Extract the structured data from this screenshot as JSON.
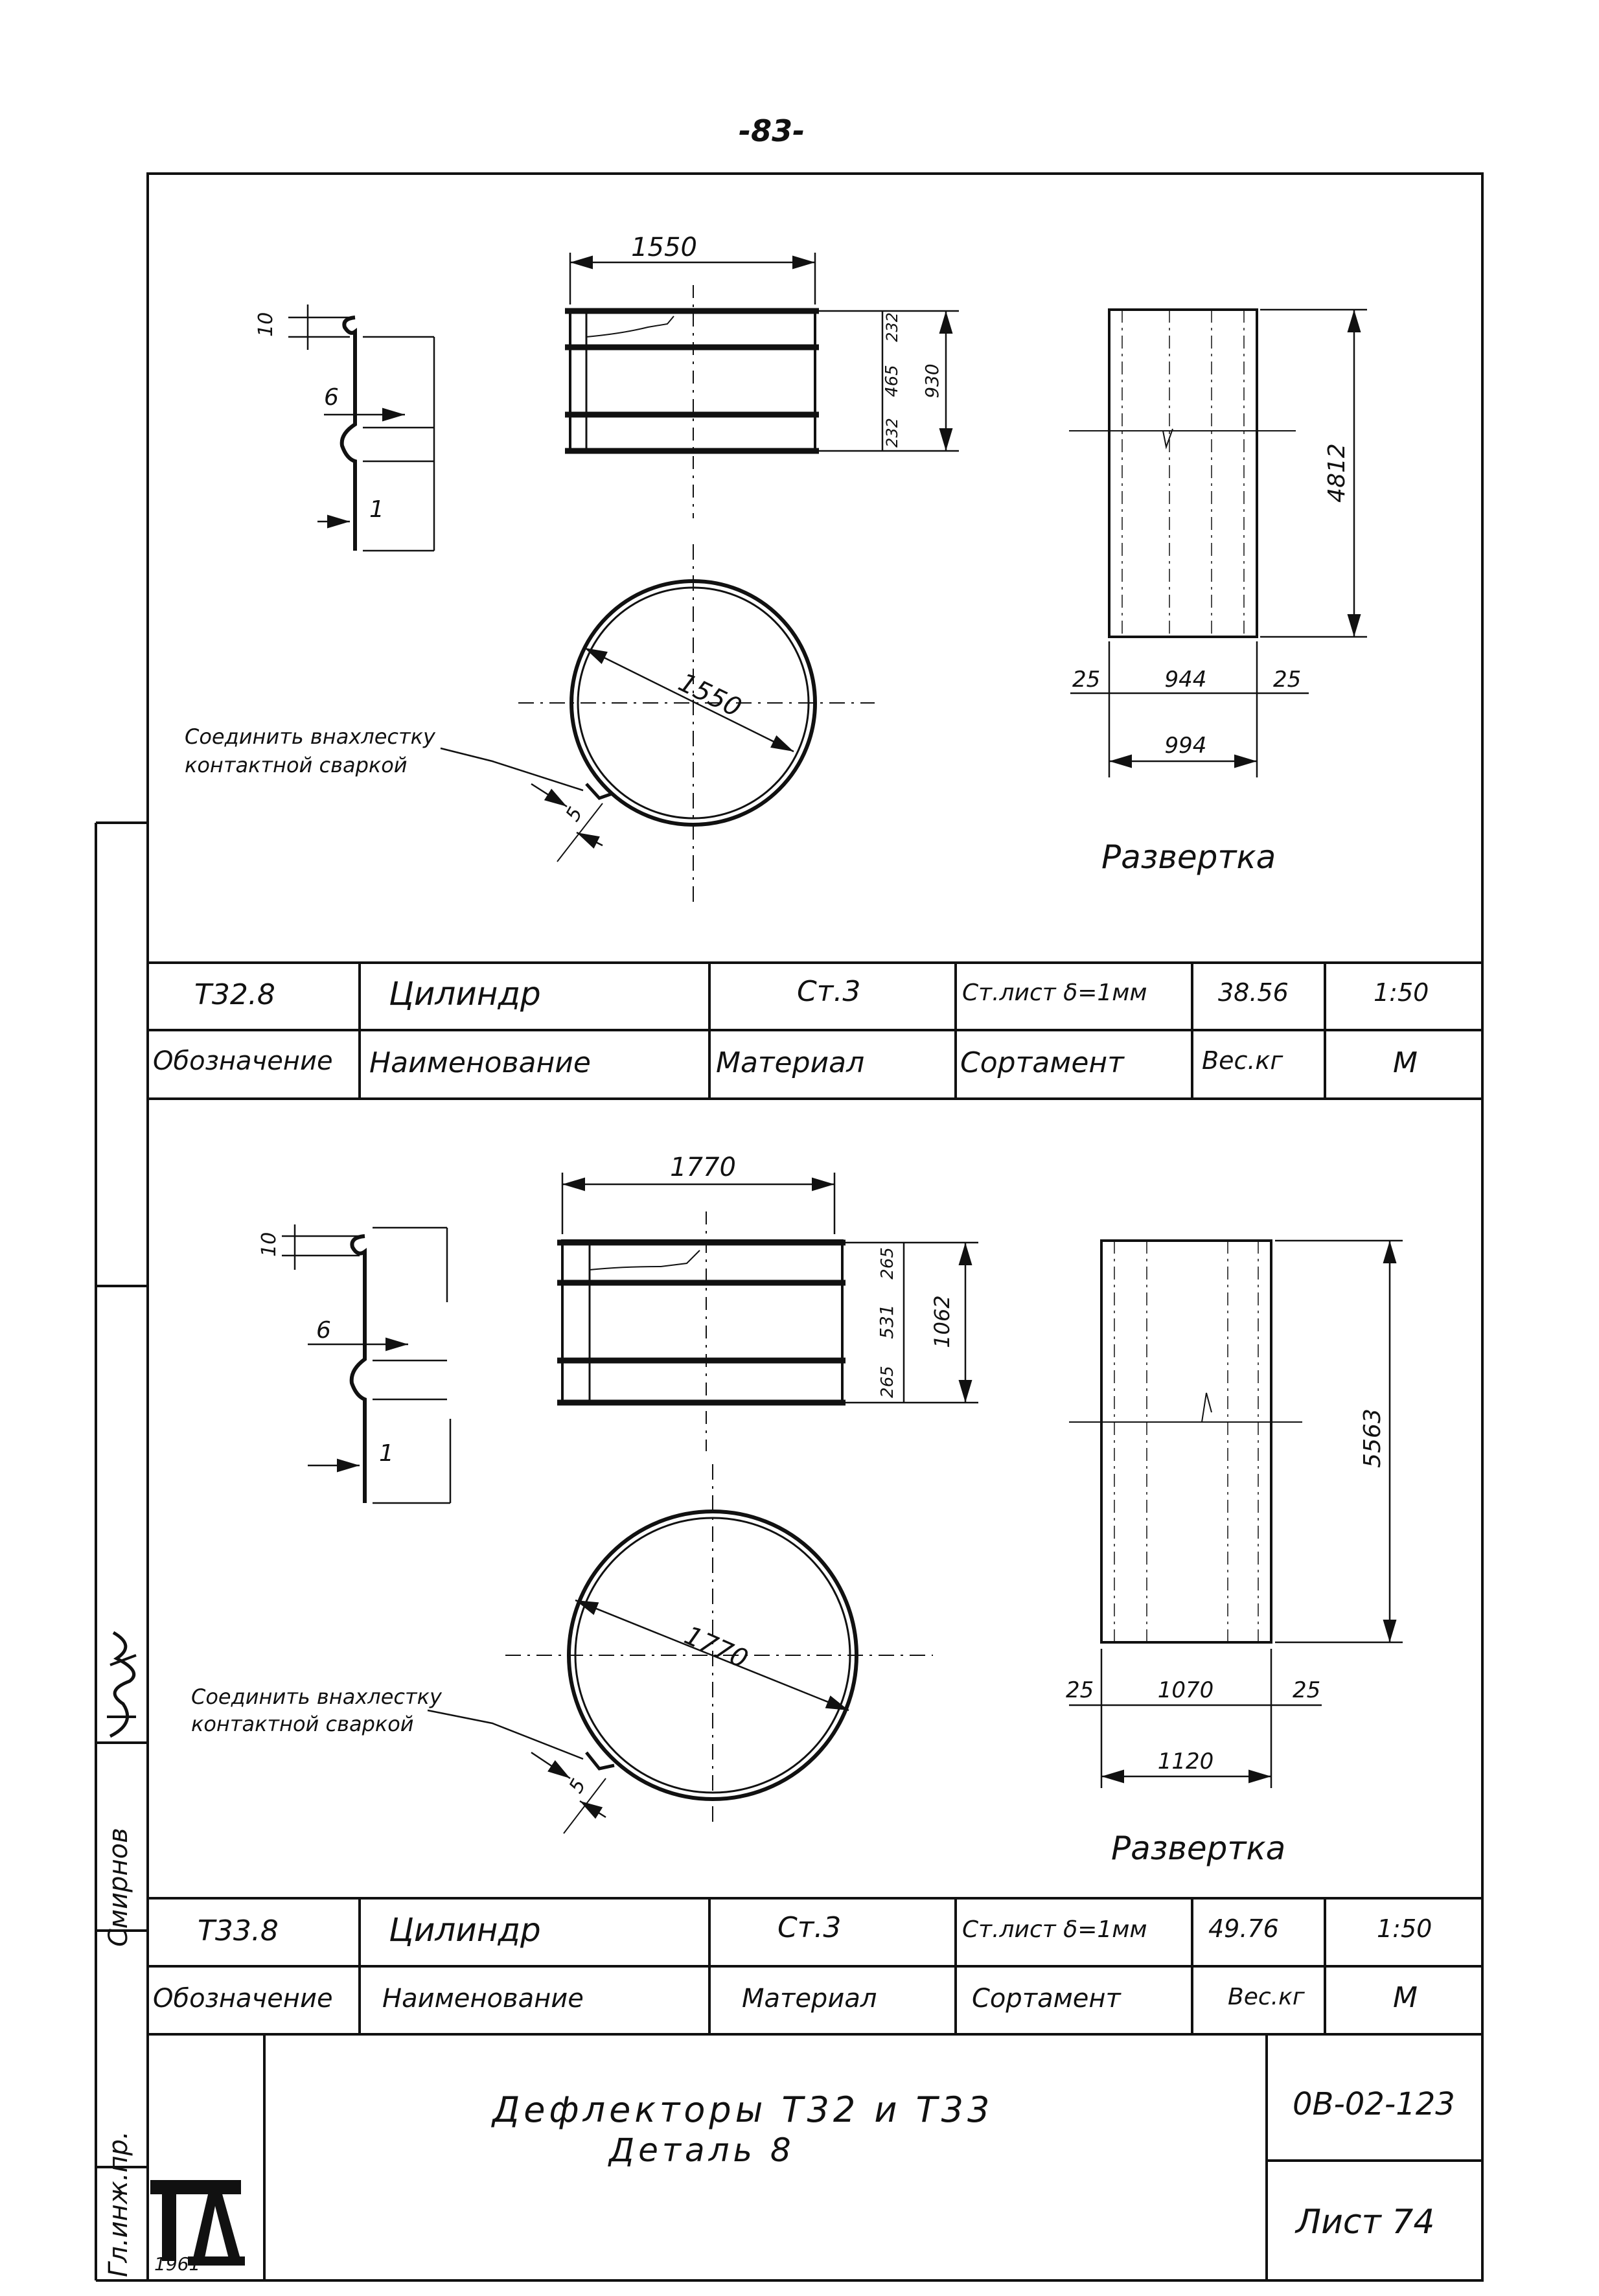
{
  "page_number": "-83-",
  "part1": {
    "dims": {
      "profile_top": "10",
      "profile_bead": "6",
      "profile_thk": "1",
      "side_width": "1550",
      "band_top": "232",
      "band_mid": "465",
      "band_bot": "232",
      "side_height": "930",
      "circle_diameter": "1550",
      "overlap": "5",
      "dev_height": "4812",
      "dev_left": "25",
      "dev_mid": "944",
      "dev_right": "25",
      "dev_total": "994"
    },
    "note_line1": "Соединить внахлестку",
    "note_line2": "контактной сваркой",
    "development_label": "Развертка",
    "row": {
      "designation": "Т32.8",
      "name": "Цилиндр",
      "material": "Ст.3",
      "assortment": "Ст.лист δ=1мм",
      "weight": "38.56",
      "scale": "1:50"
    }
  },
  "part2": {
    "dims": {
      "profile_top": "10",
      "profile_bead": "6",
      "profile_thk": "1",
      "side_width": "1770",
      "band_top": "265",
      "band_mid": "531",
      "band_bot": "265",
      "side_height": "1062",
      "circle_diameter": "1770",
      "overlap": "5",
      "dev_height": "5563",
      "dev_left": "25",
      "dev_mid": "1070",
      "dev_right": "25",
      "dev_total": "1120"
    },
    "note_line1": "Соединить внахлестку",
    "note_line2": "контактной сваркой",
    "development_label": "Развертка",
    "row": {
      "designation": "Т33.8",
      "name": "Цилиндр",
      "material": "Ст.3",
      "assortment": "Ст.лист δ=1мм",
      "weight": "49.76",
      "scale": "1:50"
    }
  },
  "headers": {
    "designation": "Обозначение",
    "name": "Наименование",
    "material": "Материал",
    "assortment": "Сортамент",
    "weight": "Вес.кг",
    "scale": "М"
  },
  "title_block": {
    "logo_text": "ТД",
    "year": "1961",
    "title_line1": "Дефлекторы Т32 и Т33",
    "title_line2": "Деталь 8",
    "doc_number": "0В-02-123",
    "sheet": "Лист 74"
  },
  "side_labels": {
    "engineer_role": "Гл.инж.пр.",
    "engineer_name": "Смирнов"
  }
}
